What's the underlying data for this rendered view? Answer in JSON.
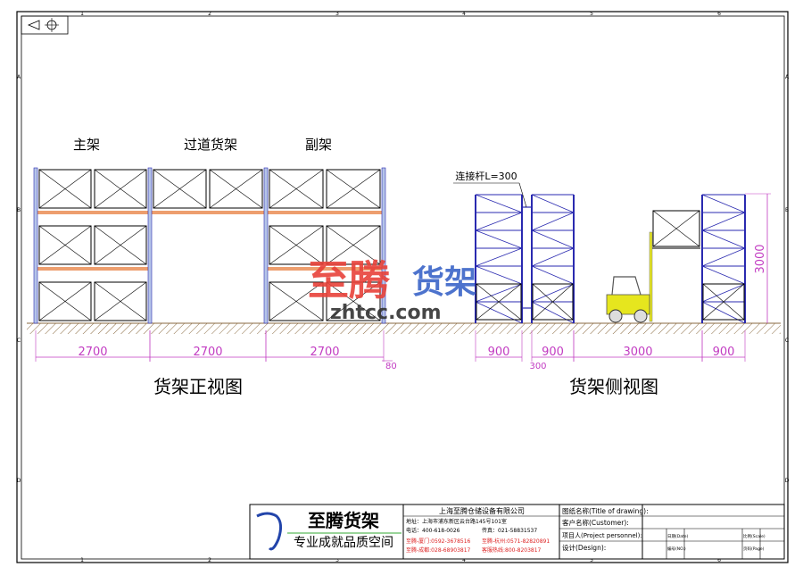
{
  "grid": {
    "columns": [
      "1",
      "2",
      "3",
      "4",
      "5",
      "6"
    ],
    "rows": [
      "A",
      "B",
      "C",
      "D"
    ]
  },
  "front_view": {
    "labels": {
      "main": "主架",
      "aisle": "过道货架",
      "sub": "副架"
    },
    "dimensions": [
      "2700",
      "2700",
      "2700"
    ],
    "gap_dim": "80",
    "title": "货架正视图"
  },
  "side_view": {
    "connector_label": "连接杆L=300",
    "dimensions": [
      "900",
      "900",
      "3000",
      "900"
    ],
    "gap_dim": "300",
    "height_dim": "3000",
    "title": "货架侧视图"
  },
  "watermark": {
    "brand_red": "至腾",
    "brand_blue": "货架",
    "url": "zhtcc.com"
  },
  "title_block": {
    "logo_text": "至腾货架",
    "slogan": "专业成就品质空间",
    "company": "上海至腾仓储设备有限公司",
    "address": "地址：上海市浦东新区云台路145号101室",
    "phone": "电话：400-618-0026",
    "fax": "传真：021-58831537",
    "branch1": "至腾-厦门:0592-3678516",
    "branch2": "至腾-杭州:0571-82820891",
    "branch3": "至腾-成都:028-68903817",
    "hotline": "客服热线:800-8203817",
    "drawing_title": "图纸名称(Title of drawing):",
    "customer": "客户名称(Customer):",
    "project_person": "项目人(Project personnel):",
    "design": "设计(Design):",
    "date": "日期(Date)",
    "no": "编号(NO.)",
    "scale": "比例(Scale)",
    "page": "页码(Page)"
  },
  "colors": {
    "frame_blue": "#2a2ab0",
    "beam_orange": "#e8864a",
    "dim_magenta": "#c23cc2",
    "watermark_red": "#e8423a",
    "watermark_blue": "#3a64c8",
    "forklift": "#e6e61e"
  }
}
